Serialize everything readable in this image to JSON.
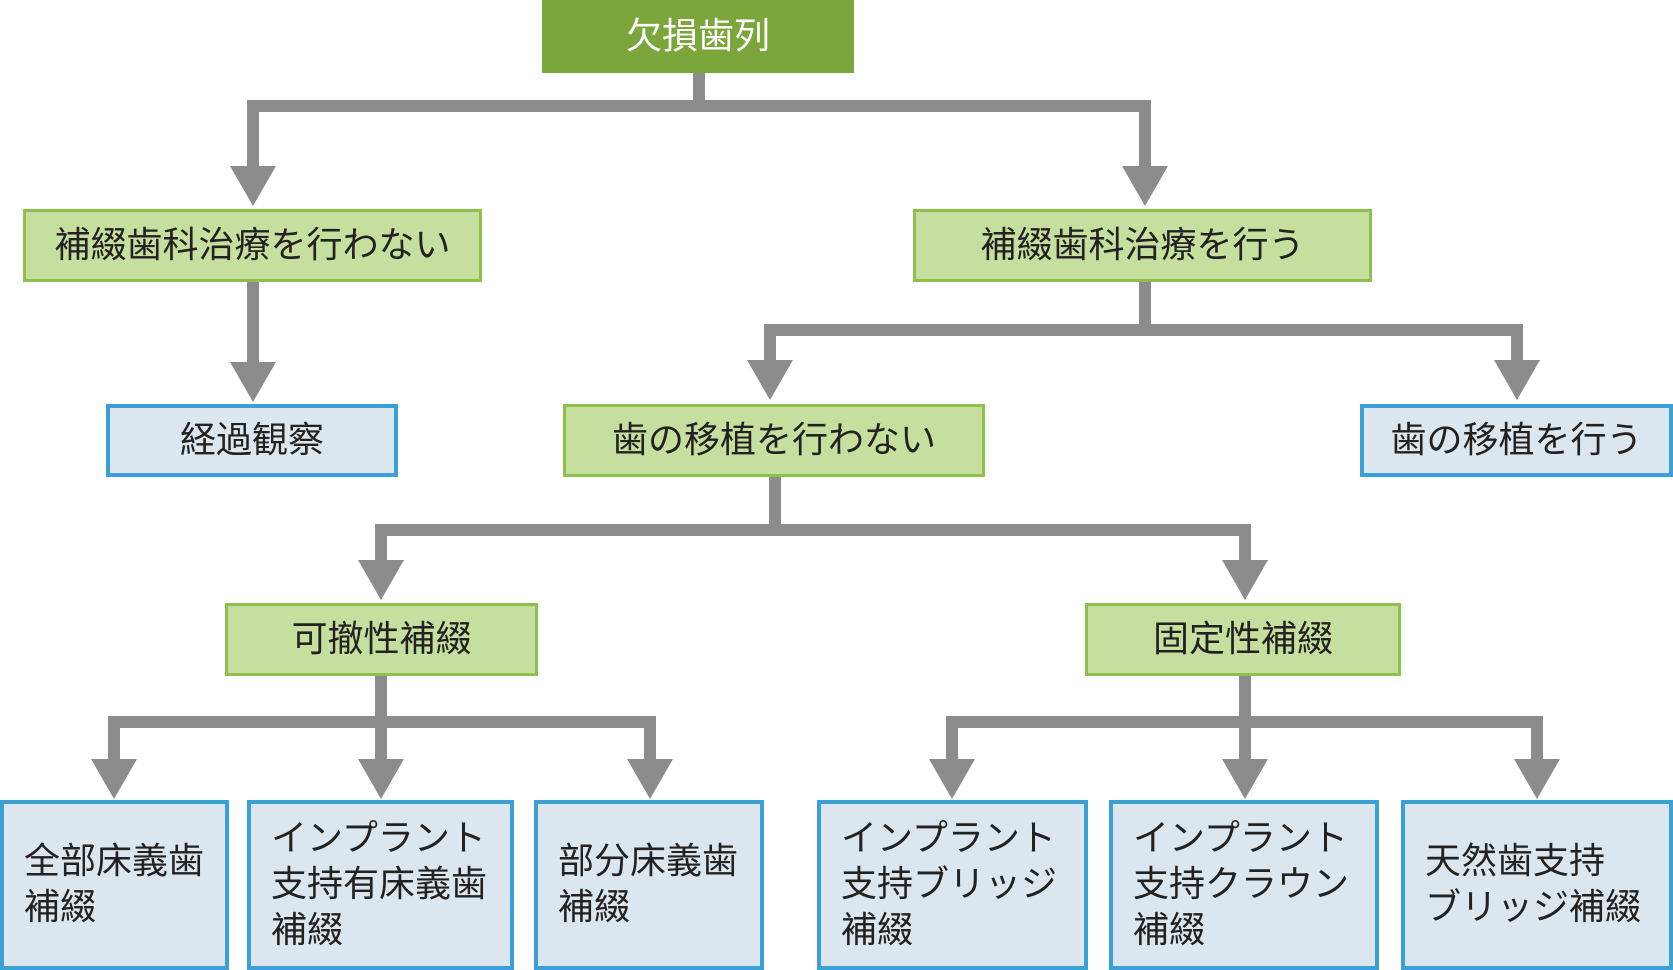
{
  "nodes": {
    "root": "欠損歯列",
    "no_prosthetic": "補綴歯科治療を行わない",
    "prosthetic": "補綴歯科治療を行う",
    "observation": "経過観察",
    "no_transplant": "歯の移植を行わない",
    "transplant": "歯の移植を行う",
    "removable": "可撤性補綴",
    "fixed": "固定性補綴",
    "complete_denture": [
      "全部床義歯",
      "補綴"
    ],
    "implant_denture": [
      "インプラント",
      "支持有床義歯",
      "補綴"
    ],
    "partial_denture": [
      "部分床義歯",
      "補綴"
    ],
    "implant_bridge": [
      "インプラント",
      "支持ブリッジ",
      "補綴"
    ],
    "implant_crown": [
      "インプラント",
      "支持クラウン",
      "補綴"
    ],
    "natural_bridge": [
      "天然歯支持",
      "ブリッジ補綴"
    ]
  },
  "colors": {
    "root_fill": "#7aa63b",
    "category_fill": "#c7df9e",
    "category_border": "#8fc04e",
    "result_fill": "#dce6ef",
    "result_border": "#3aa0d5",
    "connector": "#8c8c8c"
  }
}
